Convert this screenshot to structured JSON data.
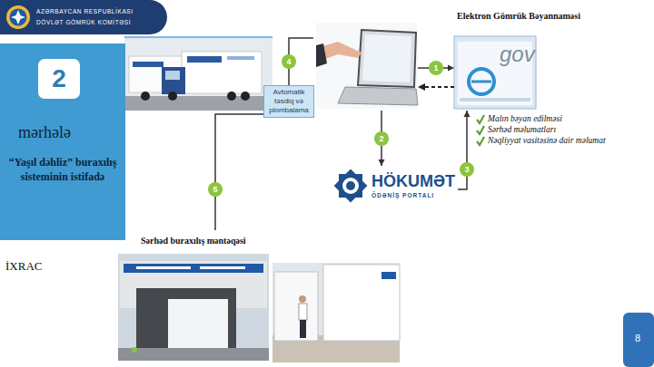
{
  "diagram": {
    "nodes": [
      {
        "text": [
          "mərhələ",
          "“Yaşıl dəhliz” buraxılış sisteminin istifadə"
        ]
      },
      {
        "text": [
          "2"
        ],
        "in": 0
      },
      {
        "text": [
          "Avtomatik təsdiq və plombalama"
        ]
      },
      {
        "text": [
          "Elektron Gömrük Bəyannaməsi"
        ]
      },
      {
        "text": [
          "HÖKUMƏT",
          "ÖDƏNİŞ PORTALI"
        ]
      },
      {
        "text": [
          "Sərhəd buraxılış məntəqəsi"
        ]
      }
    ],
    "edges": [
      {
        "from": 3,
        "to": 2,
        "label": "4",
        "arrow": "none"
      },
      {
        "from": 3,
        "to": 4,
        "label": "2",
        "arrow": "to"
      },
      {
        "from": 4,
        "to": 3,
        "label": "3",
        "arrow": "to"
      },
      {
        "from": 2,
        "to": 5,
        "label": "5",
        "arrow": "none"
      }
    ],
    "labels": [
      "AZƏRBAYCAN RESPUBLİKASI",
      "DÖVLƏT GÖMRÜK KOMİTƏSİ",
      "1",
      "gov",
      "Malın bəyan edilməsi",
      "Sərhəd məlumatları",
      "Nəqliyyat vasitəsinə dair məlumat",
      "İXRAC",
      "8"
    ]
  }
}
